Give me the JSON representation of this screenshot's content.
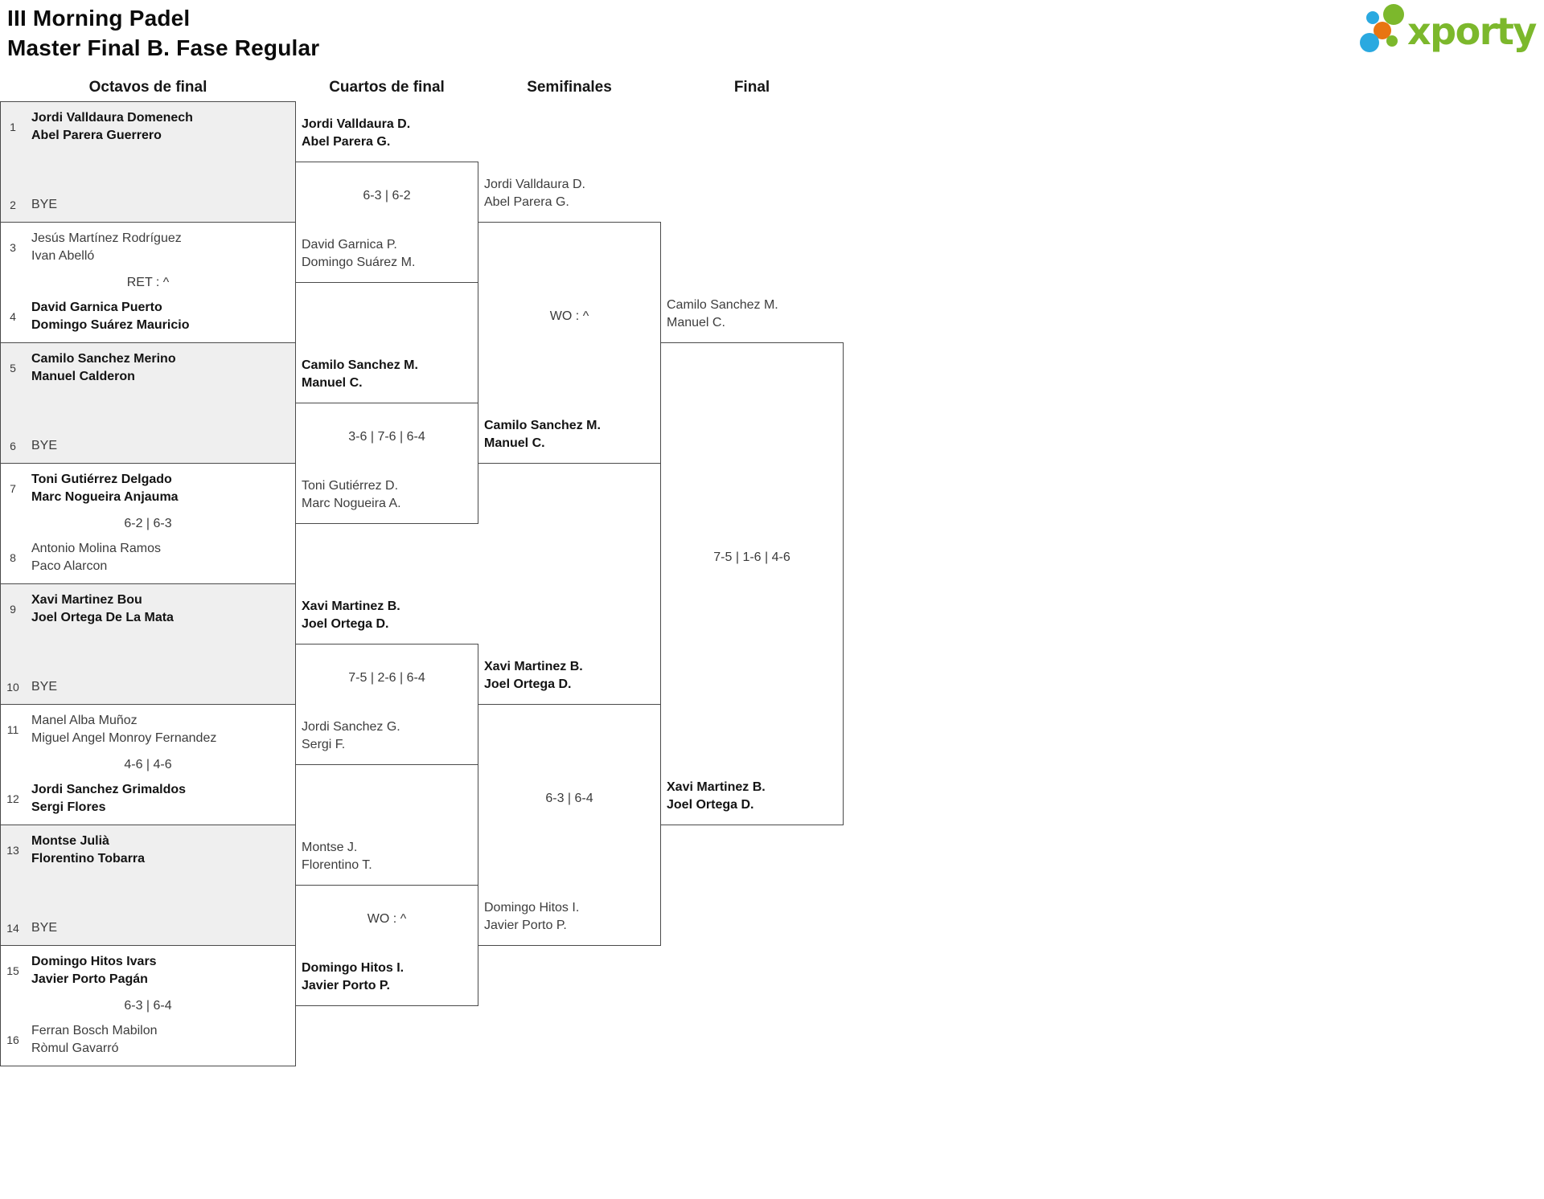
{
  "header": {
    "title_line1": "III Morning Padel",
    "title_line2": "Master Final B. Fase Regular",
    "logo_text": "xporty",
    "logo_colors": {
      "green": "#7cb82c",
      "blue": "#2aa9e0",
      "orange": "#e87511"
    }
  },
  "columns": {
    "r16": "Octavos de final",
    "qf": "Cuartos de final",
    "sf": "Semifinales",
    "f": "Final"
  },
  "round16": [
    {
      "seed_top": "1",
      "top1": "Jordi Valldaura Domenech",
      "top2": "Abel Parera Guerrero",
      "top_winner": true,
      "score": "",
      "seed_bottom": "2",
      "bot1": "BYE",
      "bot2": "",
      "bottom_winner": false,
      "bye_match": true
    },
    {
      "seed_top": "3",
      "top1": "Jesús Martínez Rodríguez",
      "top2": "Ivan Abelló",
      "top_winner": false,
      "score": "RET : ^",
      "seed_bottom": "4",
      "bot1": "David Garnica Puerto",
      "bot2": "Domingo Suárez Mauricio",
      "bottom_winner": true,
      "bye_match": false
    },
    {
      "seed_top": "5",
      "top1": "Camilo Sanchez Merino",
      "top2": "Manuel Calderon",
      "top_winner": true,
      "score": "",
      "seed_bottom": "6",
      "bot1": "BYE",
      "bot2": "",
      "bottom_winner": false,
      "bye_match": true
    },
    {
      "seed_top": "7",
      "top1": "Toni Gutiérrez Delgado",
      "top2": "Marc Nogueira Anjauma",
      "top_winner": true,
      "score": "6-2 | 6-3",
      "seed_bottom": "8",
      "bot1": "Antonio Molina Ramos",
      "bot2": "Paco Alarcon",
      "bottom_winner": false,
      "bye_match": false
    },
    {
      "seed_top": "9",
      "top1": "Xavi Martinez Bou",
      "top2": "Joel Ortega De La Mata",
      "top_winner": true,
      "score": "",
      "seed_bottom": "10",
      "bot1": "BYE",
      "bot2": "",
      "bottom_winner": false,
      "bye_match": true
    },
    {
      "seed_top": "11",
      "top1": "Manel Alba Muñoz",
      "top2": "Miguel Angel Monroy Fernandez",
      "top_winner": false,
      "score": "4-6 | 4-6",
      "seed_bottom": "12",
      "bot1": "Jordi Sanchez Grimaldos",
      "bot2": "Sergi Flores",
      "bottom_winner": true,
      "bye_match": false
    },
    {
      "seed_top": "13",
      "top1": "Montse Julià",
      "top2": "Florentino Tobarra",
      "top_winner": true,
      "score": "",
      "seed_bottom": "14",
      "bot1": "BYE",
      "bot2": "",
      "bottom_winner": false,
      "bye_match": true
    },
    {
      "seed_top": "15",
      "top1": "Domingo Hitos Ivars",
      "top2": "Javier Porto Pagán",
      "top_winner": true,
      "score": "6-3 | 6-4",
      "seed_bottom": "16",
      "bot1": "Ferran Bosch Mabilon",
      "bot2": "Ròmul Gavarró",
      "bottom_winner": false,
      "bye_match": false
    }
  ],
  "quarterfinals": [
    {
      "top1": "Jordi Valldaura D.",
      "top2": "Abel Parera G.",
      "top_winner": true,
      "bot1": "David Garnica P.",
      "bot2": "Domingo Suárez M.",
      "bottom_winner": false,
      "score": "6-3 | 6-2"
    },
    {
      "top1": "Camilo Sanchez M.",
      "top2": "Manuel C.",
      "top_winner": true,
      "bot1": "Toni Gutiérrez D.",
      "bot2": "Marc Nogueira A.",
      "bottom_winner": false,
      "score": "3-6 | 7-6 | 6-4"
    },
    {
      "top1": "Xavi Martinez B.",
      "top2": "Joel Ortega D.",
      "top_winner": true,
      "bot1": "Jordi Sanchez G.",
      "bot2": "Sergi F.",
      "bottom_winner": false,
      "score": "7-5 | 2-6 | 6-4"
    },
    {
      "top1": "Montse J.",
      "top2": "Florentino T.",
      "top_winner": false,
      "bot1": "Domingo Hitos I.",
      "bot2": "Javier Porto P.",
      "bottom_winner": true,
      "score": "WO : ^"
    }
  ],
  "semifinals": [
    {
      "top1": "Jordi Valldaura D.",
      "top2": "Abel Parera G.",
      "top_winner": false,
      "bot1": "Camilo Sanchez M.",
      "bot2": "Manuel C.",
      "bottom_winner": true,
      "score": "WO : ^"
    },
    {
      "top1": "Xavi Martinez B.",
      "top2": "Joel Ortega D.",
      "top_winner": true,
      "bot1": "Domingo Hitos I.",
      "bot2": "Javier Porto P.",
      "bottom_winner": false,
      "score": "6-3 | 6-4"
    }
  ],
  "final": {
    "top1": "Camilo Sanchez M.",
    "top2": "Manuel C.",
    "top_winner": false,
    "bot1": "Xavi Martinez B.",
    "bot2": "Joel Ortega D.",
    "bottom_winner": true,
    "score": "7-5 | 1-6 | 4-6"
  }
}
